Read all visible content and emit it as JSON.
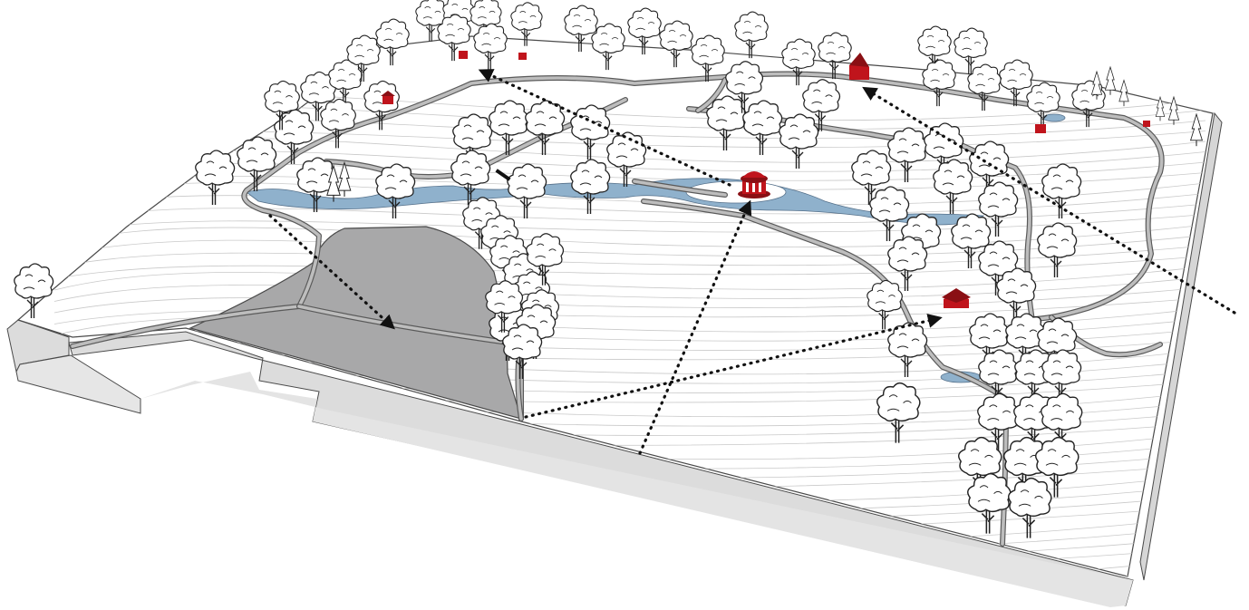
{
  "diagram": {
    "style": "axonometric landscape garden plan",
    "colors": {
      "ground": "#ffffff",
      "contour": "#c9c9c9",
      "path": "#bdbdbd",
      "path_edge": "#5a5a5a",
      "water": "#8fb1cc",
      "meadow": "#a8a8a9",
      "structure": "#c0141c",
      "tree_outline": "#222222",
      "wall_side": "#dcdcdc",
      "sightline": "#111111"
    },
    "elements": {
      "garden_structures": [
        "rotunda-temple",
        "cottage-east",
        "pavilion-grove",
        "small-house-north",
        "gazebo-west",
        "small-house-northeast",
        "summer-house-south"
      ],
      "sightlines": 5
    }
  }
}
